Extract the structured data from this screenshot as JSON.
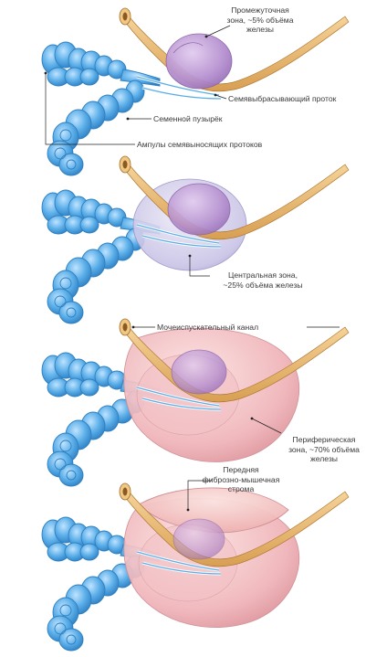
{
  "labels": {
    "transition_zone": [
      "Промежуточная",
      "зона, ~5% объёма",
      "железы"
    ],
    "ejaculatory_duct": "Семявыбрасывающий проток",
    "seminal_vesicle": "Семенной пузырёк",
    "ampullae": "Ампулы семявыносящих протоков",
    "central_zone": [
      "Центральная зона,",
      "~25% объёма железы"
    ],
    "urethra": "Мочеиспускательный канал",
    "peripheral_zone": [
      "Периферическая",
      "зона, ~70% объёма",
      "железы"
    ],
    "anterior_stroma": [
      "Передняя",
      "фиброзно-мышечная",
      "строма"
    ]
  },
  "colors": {
    "vesicle_blue": "#5aaee8",
    "vesicle_outline": "#2f7fc0",
    "urethra_tan": "#e8b770",
    "transition_purple": "#b58fcf",
    "central_lilac": "#c9c3e6",
    "peripheral_pink": "#efb3b8",
    "stroma_pink": "#f3c4c4"
  }
}
